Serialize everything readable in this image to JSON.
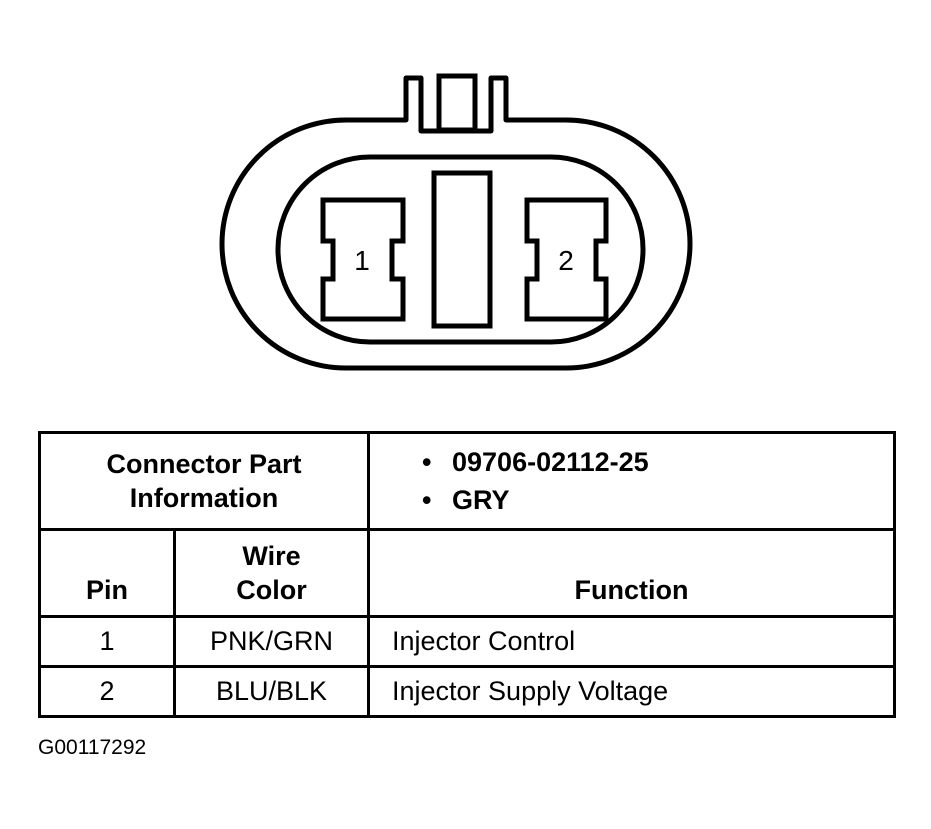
{
  "connector": {
    "pins": [
      "1",
      "2"
    ]
  },
  "table": {
    "part_info_label": "Connector Part Information",
    "part_info_values": [
      "09706-02112-25",
      "GRY"
    ],
    "headers": {
      "pin": "Pin",
      "wire_color": "Wire Color",
      "function": "Function"
    },
    "rows": [
      {
        "pin": "1",
        "wire_color": "PNK/GRN",
        "function": "Injector Control"
      },
      {
        "pin": "2",
        "wire_color": "BLU/BLK",
        "function": "Injector Supply Voltage"
      }
    ]
  },
  "caption": "G00117292"
}
